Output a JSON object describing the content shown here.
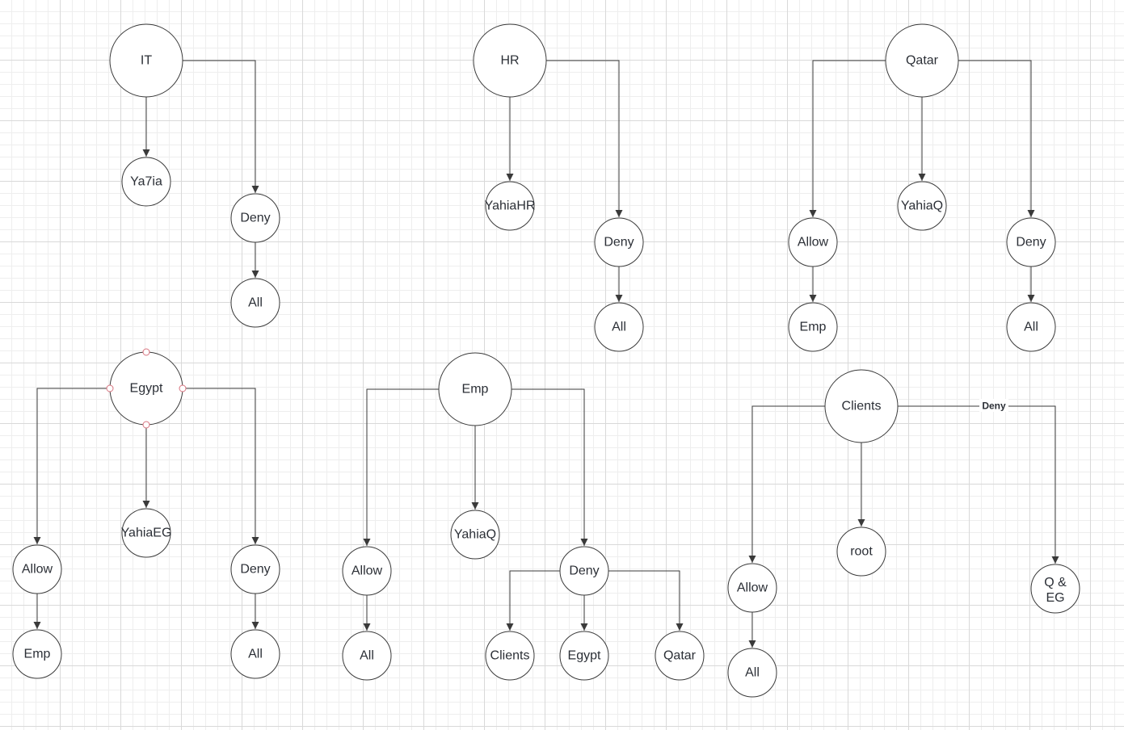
{
  "diagram": {
    "trees": [
      {
        "id": "it",
        "root": "IT",
        "children": [
          {
            "label": "Ya7ia"
          },
          {
            "label": "Deny",
            "children": [
              {
                "label": "All"
              }
            ]
          }
        ]
      },
      {
        "id": "hr",
        "root": "HR",
        "children": [
          {
            "label": "YahiaHR"
          },
          {
            "label": "Deny",
            "children": [
              {
                "label": "All"
              }
            ]
          }
        ]
      },
      {
        "id": "qatar",
        "root": "Qatar",
        "children": [
          {
            "label": "Allow",
            "children": [
              {
                "label": "Emp"
              }
            ]
          },
          {
            "label": "YahiaQ"
          },
          {
            "label": "Deny",
            "children": [
              {
                "label": "All"
              }
            ]
          }
        ]
      },
      {
        "id": "egypt",
        "root": "Egypt",
        "selected": true,
        "children": [
          {
            "label": "Allow",
            "children": [
              {
                "label": "Emp"
              }
            ]
          },
          {
            "label": "YahiaEG"
          },
          {
            "label": "Deny",
            "children": [
              {
                "label": "All"
              }
            ]
          }
        ]
      },
      {
        "id": "emp",
        "root": "Emp",
        "children": [
          {
            "label": "Allow",
            "children": [
              {
                "label": "All"
              }
            ]
          },
          {
            "label": "YahiaQ"
          },
          {
            "label": "Deny",
            "children": [
              {
                "label": "Clients"
              },
              {
                "label": "Egypt"
              },
              {
                "label": "Qatar"
              }
            ]
          }
        ]
      },
      {
        "id": "clients",
        "root": "Clients",
        "children": [
          {
            "label": "Allow",
            "children": [
              {
                "label": "All"
              }
            ]
          },
          {
            "label": "root"
          },
          {
            "label": "Q & EG",
            "edge_label": "Deny"
          }
        ]
      }
    ]
  }
}
